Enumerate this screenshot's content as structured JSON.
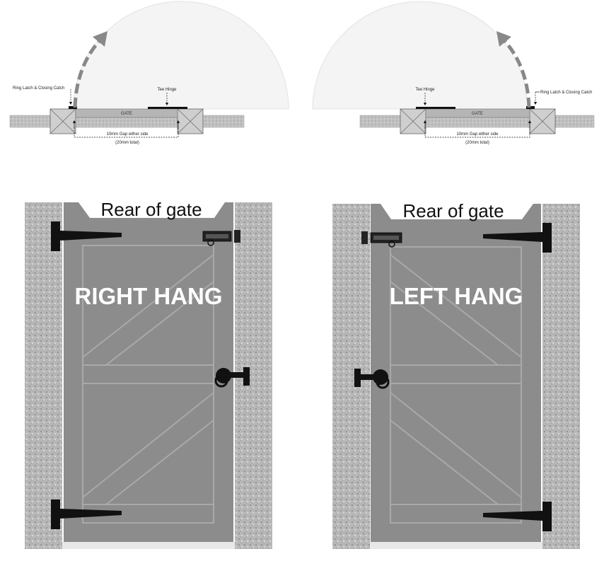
{
  "plan_left": {
    "latch_label": "Ring Latch & Closing Catch",
    "hinge_label": "Tee Hinge",
    "gate_label": "GATE",
    "gap_label": "10mm Gap either side",
    "gap_total": "(20mm total)"
  },
  "plan_right": {
    "latch_label": "Ring Latch & Closing Catch",
    "hinge_label": "Tee Hinge",
    "gate_label": "GATE",
    "gap_label": "10mm Gap either side",
    "gap_total": "(20mm total)"
  },
  "gate_left": {
    "rear_label": "Rear of gate",
    "hang_label": "RIGHT HANG"
  },
  "gate_right": {
    "rear_label": "Rear of gate",
    "hang_label": "LEFT HANG"
  },
  "colors": {
    "gate_fill": "#8c8c8c",
    "post_fill": "#bdbdbd",
    "hardware": "#111111",
    "swing_fill": "#f4f4f4",
    "arrow": "#888888"
  }
}
